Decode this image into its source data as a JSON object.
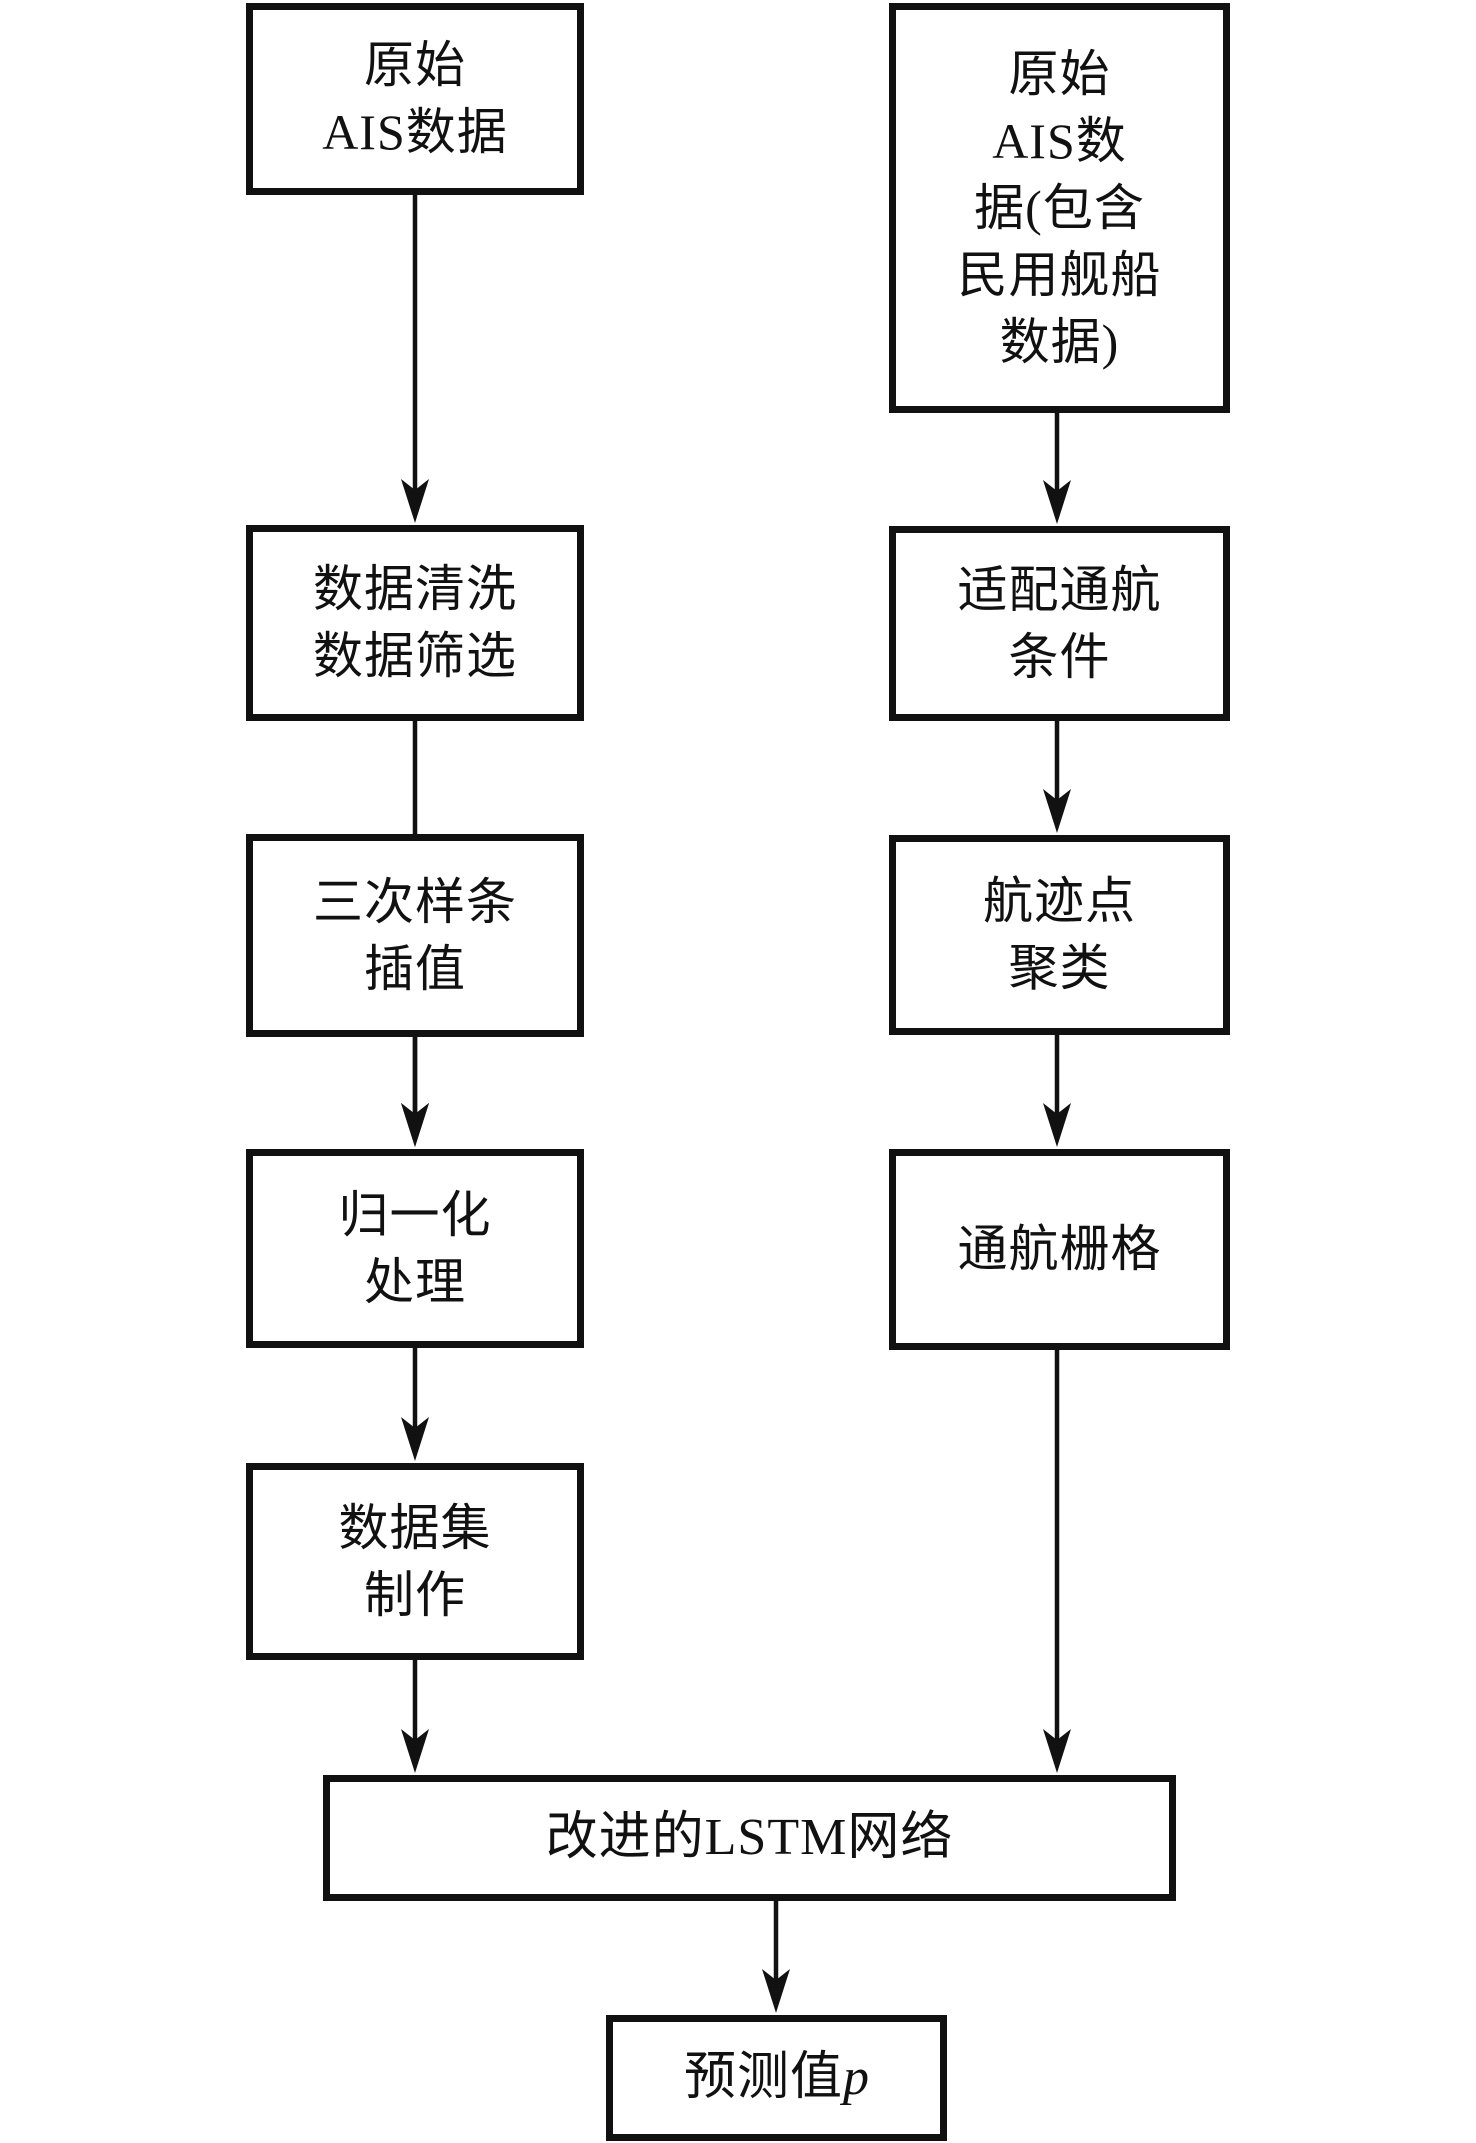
{
  "page": {
    "background_color": "#ffffff",
    "line_color": "#111111"
  },
  "nodes": {
    "raw_ais_left": {
      "text": "原始\nAIS数据"
    },
    "data_cleaning": {
      "text": "数据清洗\n数据筛选"
    },
    "cubic_spline": {
      "text": "三次样条\n插值"
    },
    "normalization": {
      "text": "归一化\n处理"
    },
    "dataset_creation": {
      "text": "数据集\n制作"
    },
    "raw_ais_right": {
      "text": "原始\nAIS数\n据(包含\n民用舰船\n数据)"
    },
    "nav_conditions": {
      "text": "适配通航\n条件"
    },
    "trackpoint_cluster": {
      "text": "航迹点\n聚类"
    },
    "nav_grid": {
      "text": "通航栅格"
    },
    "lstm_network": {
      "text": "改进的LSTM网络"
    },
    "prediction": {
      "text": "预测值",
      "suffix_italic": "p"
    }
  }
}
